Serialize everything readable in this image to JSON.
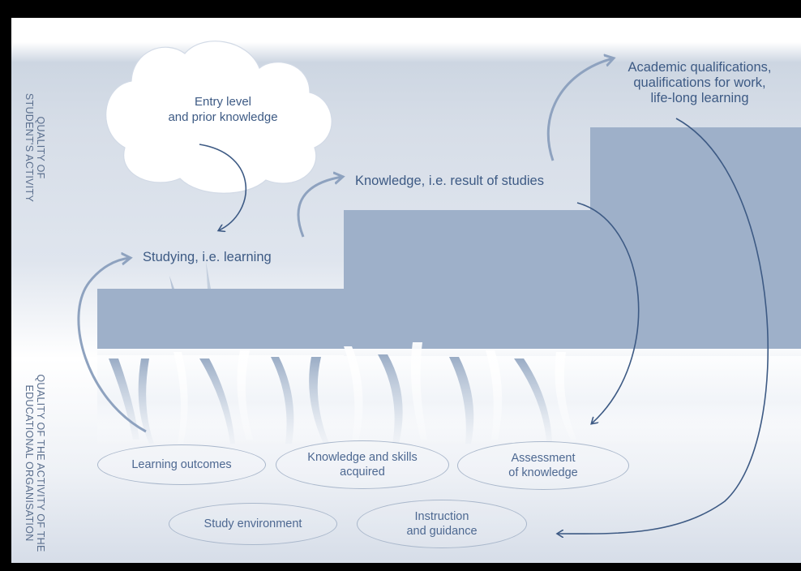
{
  "side_labels": {
    "top": [
      "QUALITY OF",
      "STUDENT'S ACTIVITY"
    ],
    "bottom": [
      "QUALITY OF THE ACTIVITY OF THE",
      "EDUCATIONAL ORGANISATION"
    ]
  },
  "nodes": {
    "entry": [
      "Entry level",
      "and prior knowledge"
    ],
    "studying": "Studying, i.e. learning",
    "knowledge": "Knowledge, i.e. result of studies",
    "academic": [
      "Academic qualifications,",
      "qualifications for work,",
      "life-long learning"
    ]
  },
  "ovals": {
    "learning_outcomes": [
      "Learning outcomes"
    ],
    "knowledge_skills": [
      "Knowledge and skills",
      "acquired"
    ],
    "assessment": [
      "Assessment",
      "of knowledge"
    ],
    "study_environment": [
      "Study environment"
    ],
    "instruction": [
      "Instruction",
      "and guidance"
    ]
  },
  "colors": {
    "step": "#9eb0c9",
    "arrow": "#3d5a84",
    "arrow_light": "#9fb0c6",
    "text": "#3d5a84"
  }
}
